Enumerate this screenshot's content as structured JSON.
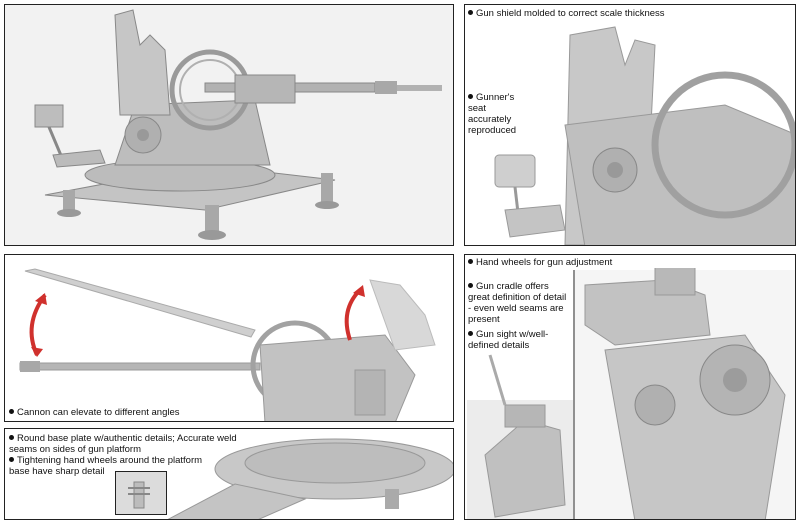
{
  "captions": {
    "gun_shield": "Gun shield molded to correct scale thickness",
    "gunners_seat": "Gunner's seat accurately reproduced",
    "hand_wheels": "Hand wheels for gun adjustment",
    "gun_cradle": "Gun cradle offers great definition of detail - even weld seams are present",
    "gun_sight": "Gun sight w/well-defined details",
    "cannon_elevate": "Cannon can elevate to different angles",
    "base_plate": "Round base plate w/authentic details; Accurate weld seams on sides of gun platform",
    "tightening": "Tightening hand wheels around the platform base have sharp detail"
  },
  "colors": {
    "model_grey": "#b9b9b9",
    "model_light": "#d6d6d6",
    "model_dark": "#8c8c8c",
    "arrow_red": "#d0312d",
    "border": "#222222"
  }
}
